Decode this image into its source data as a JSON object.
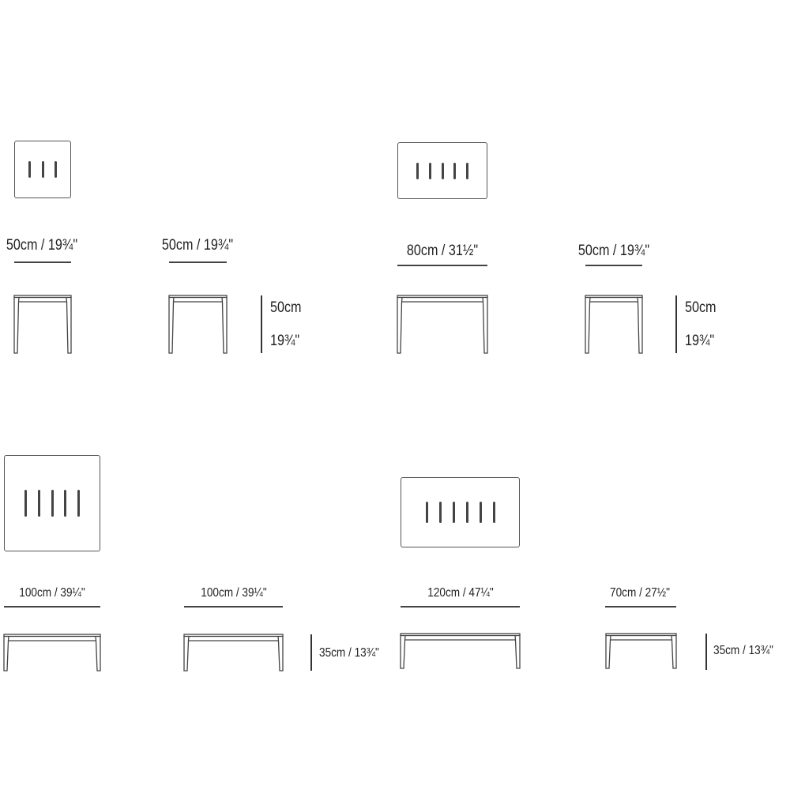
{
  "models": [
    {
      "top_view_slots": 3,
      "width_label": "50cm / 19¾\"",
      "depth_label": "50cm / 19¾\"",
      "height_cm": "50cm",
      "height_in": "19¾\""
    },
    {
      "top_view_slots": 5,
      "width_label": "80cm / 31½\"",
      "depth_label": "50cm / 19¾\"",
      "height_cm": "50cm",
      "height_in": "19¾\""
    },
    {
      "top_view_slots": 5,
      "width_label": "100cm / 39¼\"",
      "depth_label": "100cm / 39¼\"",
      "height_label": "35cm / 13¾\""
    },
    {
      "top_view_slots": 6,
      "width_label": "120cm / 47¼\"",
      "depth_label": "70cm / 27½\"",
      "height_label": "35cm / 13¾\""
    }
  ],
  "colors": {
    "line": "#444444",
    "background": "#ffffff"
  }
}
